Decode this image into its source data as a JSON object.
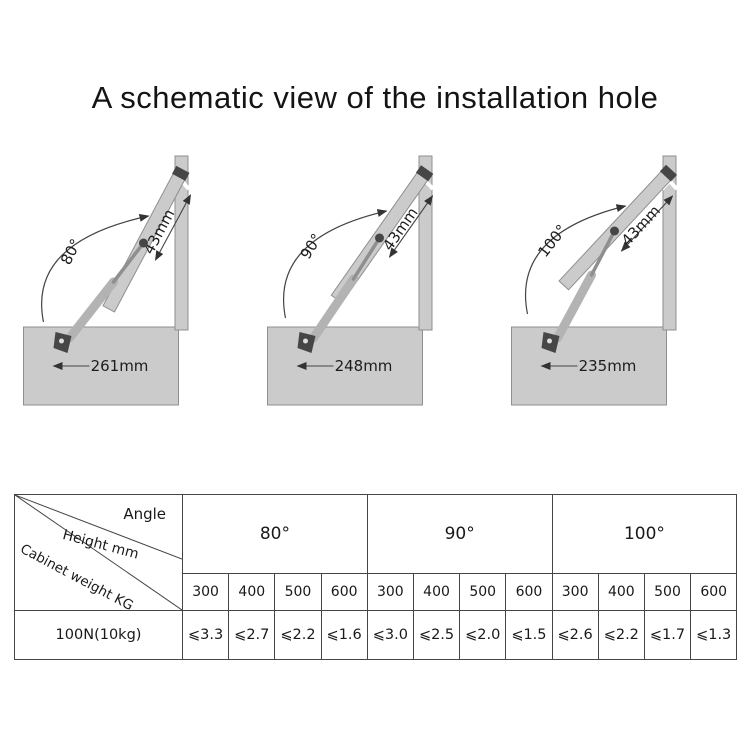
{
  "title": "A schematic view of the installation hole",
  "diagrams": [
    {
      "angle": "80°",
      "lid_dim": "43mm",
      "depth_dim": "261mm"
    },
    {
      "angle": "90°",
      "lid_dim": "43mm",
      "depth_dim": "248mm"
    },
    {
      "angle": "100°",
      "lid_dim": "43mm",
      "depth_dim": "235mm"
    }
  ],
  "table": {
    "corner": {
      "angle": "Angle",
      "height": "Height mm",
      "weight": "Cabinet weight KG"
    },
    "angles": [
      "80°",
      "90°",
      "100°"
    ],
    "heights": [
      "300",
      "400",
      "500",
      "600"
    ],
    "row_label": "100N(10kg)",
    "values": [
      [
        "⩽3.3",
        "⩽2.7",
        "⩽2.2",
        "⩽1.6"
      ],
      [
        "⩽3.0",
        "⩽2.5",
        "⩽2.0",
        "⩽1.5"
      ],
      [
        "⩽2.6",
        "⩽2.2",
        "⩽1.7",
        "⩽1.3"
      ]
    ]
  }
}
